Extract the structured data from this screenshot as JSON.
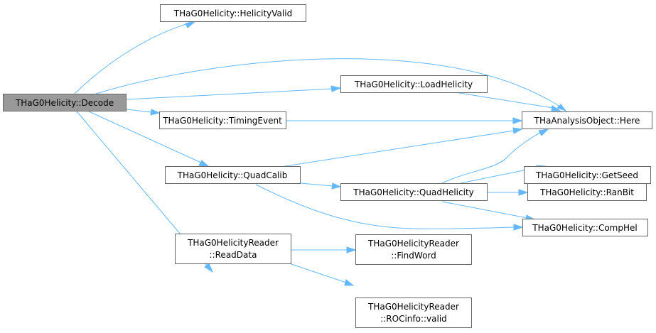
{
  "nodes": {
    "decode": "THaG0Helicity::Decode",
    "helicity_valid": "THaG0Helicity::HelicityValid",
    "load_helicity": "THaG0Helicity::LoadHelicity",
    "timing_event": "THaG0Helicity::TimingEvent",
    "here": "THaAnalysisObject::Here",
    "quad_calib": "THaG0Helicity::QuadCalib",
    "get_seed": "THaG0Helicity::GetSeed",
    "quad_helicity": "THaG0Helicity::QuadHelicity",
    "ran_bit": "THaG0Helicity::RanBit",
    "comp_hel": "THaG0Helicity::CompHel",
    "read_data": [
      "THaG0HelicityReader",
      "::ReadData"
    ],
    "find_word": [
      "THaG0HelicityReader",
      "::FindWord"
    ],
    "rocinfo_valid": [
      "THaG0HelicityReader",
      "::ROCinfo::valid"
    ]
  },
  "edges": [
    [
      "decode",
      "helicity_valid"
    ],
    [
      "decode",
      "here"
    ],
    [
      "decode",
      "load_helicity"
    ],
    [
      "decode",
      "timing_event"
    ],
    [
      "decode",
      "quad_calib"
    ],
    [
      "decode",
      "read_data"
    ],
    [
      "load_helicity",
      "here"
    ],
    [
      "timing_event",
      "here"
    ],
    [
      "quad_calib",
      "here"
    ],
    [
      "quad_calib",
      "quad_helicity"
    ],
    [
      "quad_calib",
      "comp_hel"
    ],
    [
      "quad_helicity",
      "here"
    ],
    [
      "quad_helicity",
      "get_seed"
    ],
    [
      "quad_helicity",
      "ran_bit"
    ],
    [
      "quad_helicity",
      "comp_hel"
    ],
    [
      "read_data",
      "find_word"
    ],
    [
      "read_data",
      "rocinfo_valid"
    ]
  ],
  "colors": {
    "root_fill": "#999999",
    "node_fill": "#ffffff",
    "node_border": "#666666",
    "edge": "#63b8ff"
  }
}
